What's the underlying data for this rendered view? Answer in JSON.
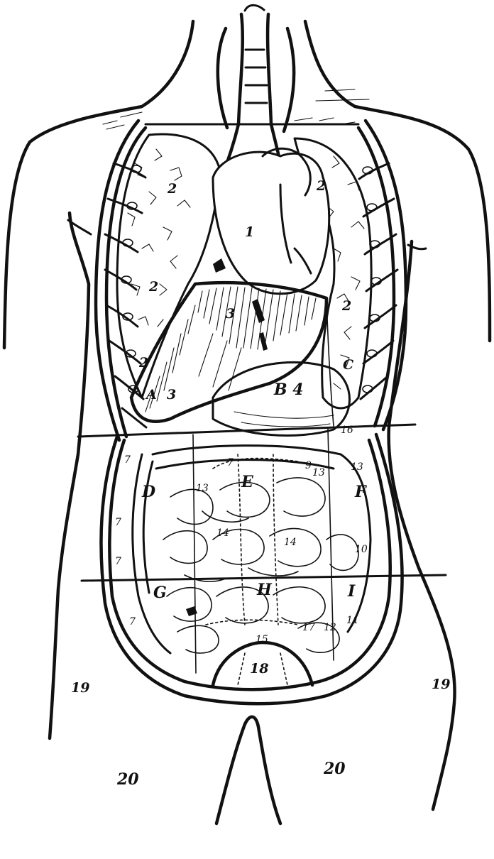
{
  "labels": {
    "heart": "1",
    "lung_left_upper": "2",
    "lung_right_upper": "2",
    "lung_left_mid": "2",
    "lung_right_mid": "2",
    "lung_left_low": "2",
    "liver": "3",
    "liver_low": "3",
    "stomach": "B 4",
    "region_a": "A",
    "region_c": "C",
    "region_d": "D",
    "region_e": "E",
    "region_f": "F",
    "region_g": "G",
    "region_h": "H",
    "region_i": "I",
    "colon_1": "7",
    "colon_2": "7",
    "colon_3": "7",
    "colon_4": "7",
    "transverse_colon": "7",
    "num_9": "9",
    "num_10": "10",
    "num_11": "11",
    "num_12": "12",
    "num_13_a": "13",
    "num_13_b": "13",
    "num_13_c": "13",
    "num_14_a": "14",
    "num_14_b": "14",
    "num_15": "15",
    "num_16": "16",
    "num_17": "17",
    "num_18": "18",
    "num_19_left": "19",
    "num_19_right": "19",
    "num_20_left": "20",
    "num_20_right": "20"
  },
  "colors": {
    "ink": "#111111",
    "paper": "#ffffff"
  }
}
